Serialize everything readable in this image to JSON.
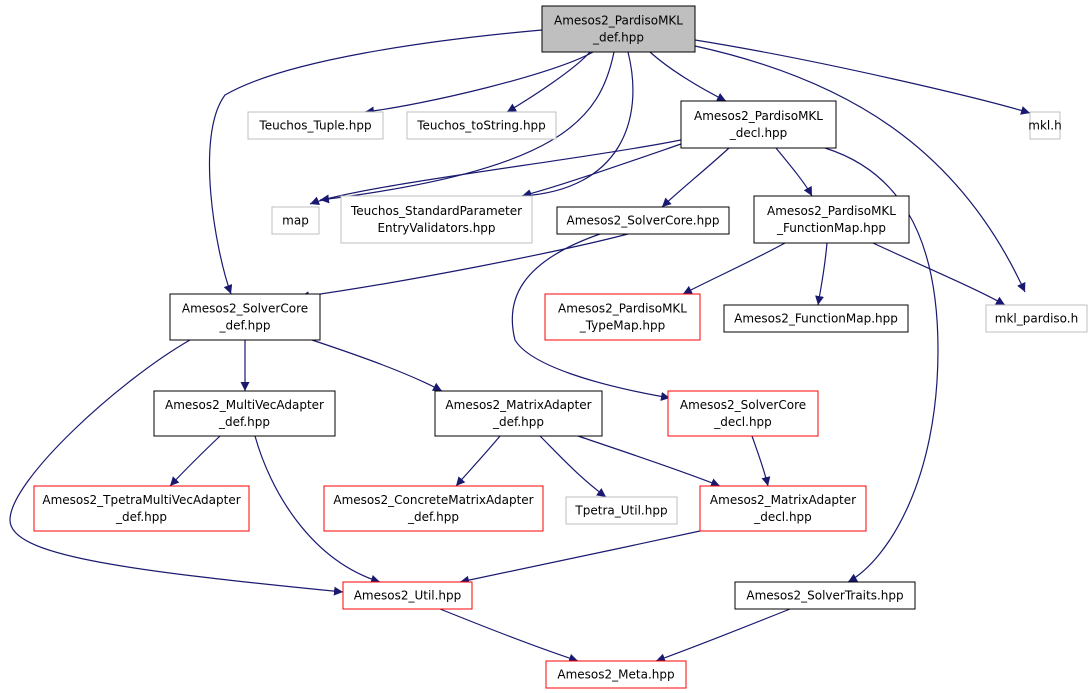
{
  "colors": {
    "edge": "#191970",
    "border_default": "#000000",
    "border_missing": "#bfbfbf",
    "border_truncated": "#ff0000",
    "root_fill": "#bfbfbf",
    "fill": "#ffffff"
  },
  "nodes": [
    {
      "id": "pardiso_def",
      "lines": [
        "Amesos2_PardisoMKL",
        "_def.hpp"
      ],
      "style": "root"
    },
    {
      "id": "teuchos_tuple",
      "lines": [
        "Teuchos_Tuple.hpp"
      ],
      "style": "missing"
    },
    {
      "id": "teuchos_tostring",
      "lines": [
        "Teuchos_toString.hpp"
      ],
      "style": "missing"
    },
    {
      "id": "pardiso_decl",
      "lines": [
        "Amesos2_PardisoMKL",
        "_decl.hpp"
      ],
      "style": "default"
    },
    {
      "id": "mkl_h",
      "lines": [
        "mkl.h"
      ],
      "style": "missing"
    },
    {
      "id": "map",
      "lines": [
        "map"
      ],
      "style": "missing"
    },
    {
      "id": "teuchos_spev",
      "lines": [
        "Teuchos_StandardParameter",
        "EntryValidators.hpp"
      ],
      "style": "missing"
    },
    {
      "id": "solvercore",
      "lines": [
        "Amesos2_SolverCore.hpp"
      ],
      "style": "default"
    },
    {
      "id": "pardiso_fmap",
      "lines": [
        "Amesos2_PardisoMKL",
        "_FunctionMap.hpp"
      ],
      "style": "default"
    },
    {
      "id": "solvercore_def",
      "lines": [
        "Amesos2_SolverCore",
        "_def.hpp"
      ],
      "style": "default"
    },
    {
      "id": "pardiso_typemap",
      "lines": [
        "Amesos2_PardisoMKL",
        "_TypeMap.hpp"
      ],
      "style": "truncated"
    },
    {
      "id": "functionmap",
      "lines": [
        "Amesos2_FunctionMap.hpp"
      ],
      "style": "default"
    },
    {
      "id": "mkl_pardiso",
      "lines": [
        "mkl_pardiso.h"
      ],
      "style": "missing"
    },
    {
      "id": "mv_adapter_def",
      "lines": [
        "Amesos2_MultiVecAdapter",
        "_def.hpp"
      ],
      "style": "default"
    },
    {
      "id": "matrix_adapter_def",
      "lines": [
        "Amesos2_MatrixAdapter",
        "_def.hpp"
      ],
      "style": "default"
    },
    {
      "id": "solvercore_decl",
      "lines": [
        "Amesos2_SolverCore",
        "_decl.hpp"
      ],
      "style": "truncated"
    },
    {
      "id": "tpetra_mv_adapter_def",
      "lines": [
        "Amesos2_TpetraMultiVecAdapter",
        "_def.hpp"
      ],
      "style": "truncated"
    },
    {
      "id": "concrete_matrix_adapter_def",
      "lines": [
        "Amesos2_ConcreteMatrixAdapter",
        "_def.hpp"
      ],
      "style": "truncated"
    },
    {
      "id": "tpetra_util",
      "lines": [
        "Tpetra_Util.hpp"
      ],
      "style": "missing"
    },
    {
      "id": "matrix_adapter_decl",
      "lines": [
        "Amesos2_MatrixAdapter",
        "_decl.hpp"
      ],
      "style": "truncated"
    },
    {
      "id": "util",
      "lines": [
        "Amesos2_Util.hpp"
      ],
      "style": "truncated"
    },
    {
      "id": "solvertraits",
      "lines": [
        "Amesos2_SolverTraits.hpp"
      ],
      "style": "default"
    },
    {
      "id": "meta",
      "lines": [
        "Amesos2_Meta.hpp"
      ],
      "style": "truncated"
    }
  ],
  "edges": [
    [
      "pardiso_def",
      "teuchos_tuple"
    ],
    [
      "pardiso_def",
      "teuchos_tostring"
    ],
    [
      "pardiso_def",
      "pardiso_decl"
    ],
    [
      "pardiso_def",
      "mkl_h"
    ],
    [
      "pardiso_def",
      "map"
    ],
    [
      "pardiso_def",
      "teuchos_spev"
    ],
    [
      "pardiso_def",
      "solvercore_def"
    ],
    [
      "pardiso_def",
      "mkl_pardiso"
    ],
    [
      "pardiso_decl",
      "map"
    ],
    [
      "pardiso_decl",
      "teuchos_spev"
    ],
    [
      "pardiso_decl",
      "solvercore"
    ],
    [
      "pardiso_decl",
      "pardiso_fmap"
    ],
    [
      "pardiso_decl",
      "solvertraits"
    ],
    [
      "solvercore",
      "solvercore_def"
    ],
    [
      "solvercore",
      "solvercore_decl"
    ],
    [
      "pardiso_fmap",
      "pardiso_typemap"
    ],
    [
      "pardiso_fmap",
      "functionmap"
    ],
    [
      "pardiso_fmap",
      "mkl_pardiso"
    ],
    [
      "solvercore_def",
      "mv_adapter_def"
    ],
    [
      "solvercore_def",
      "matrix_adapter_def"
    ],
    [
      "solvercore_def",
      "util"
    ],
    [
      "mv_adapter_def",
      "tpetra_mv_adapter_def"
    ],
    [
      "mv_adapter_def",
      "util"
    ],
    [
      "matrix_adapter_def",
      "concrete_matrix_adapter_def"
    ],
    [
      "matrix_adapter_def",
      "tpetra_util"
    ],
    [
      "matrix_adapter_def",
      "matrix_adapter_decl"
    ],
    [
      "solvercore_decl",
      "matrix_adapter_decl"
    ],
    [
      "matrix_adapter_decl",
      "util"
    ],
    [
      "util",
      "meta"
    ],
    [
      "solvertraits",
      "meta"
    ]
  ]
}
